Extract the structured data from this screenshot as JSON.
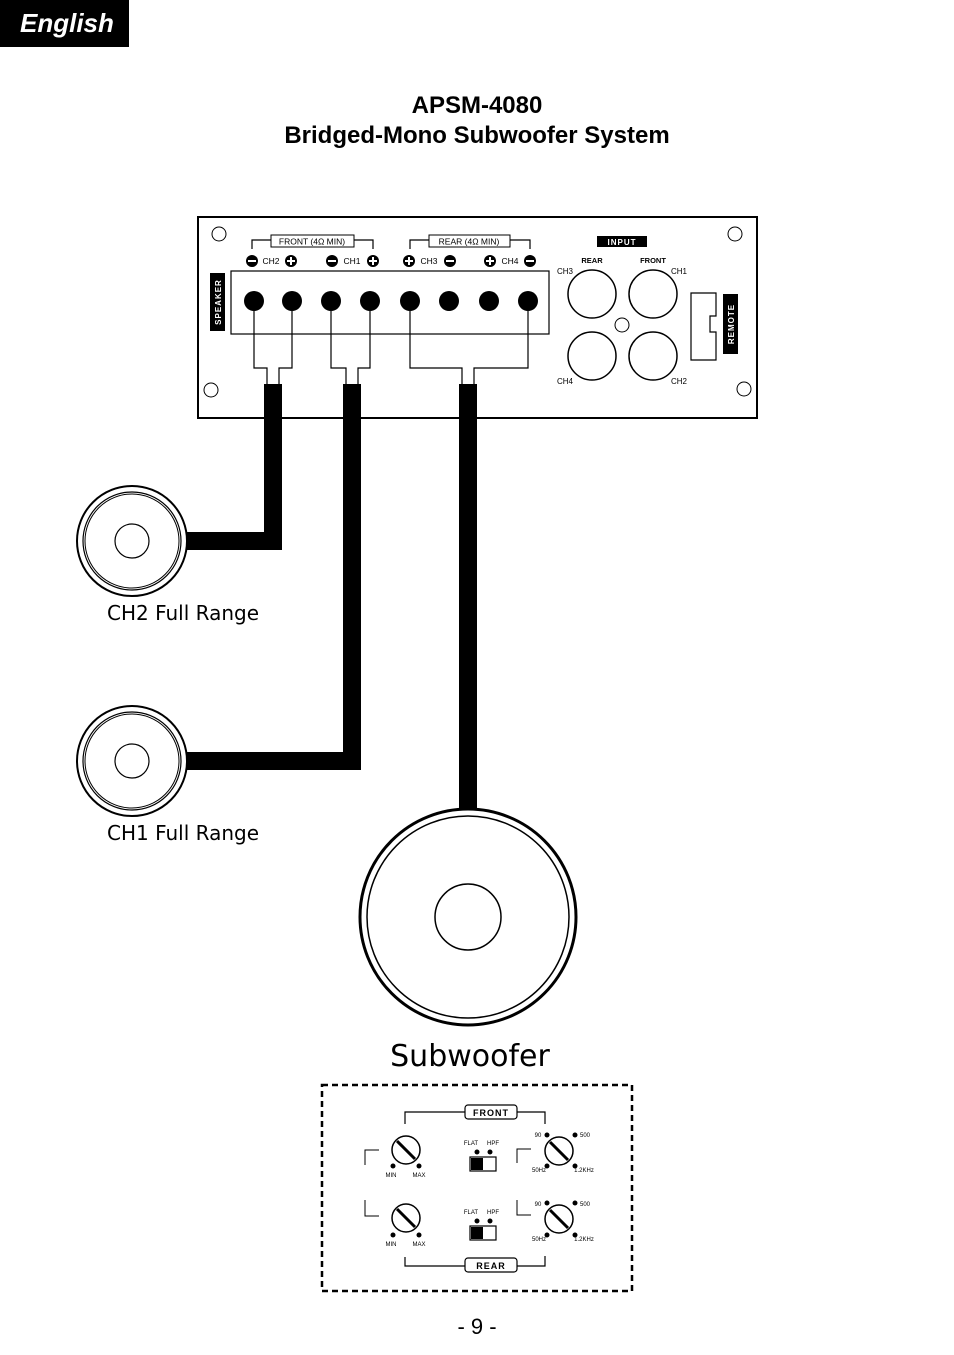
{
  "language_tab": "English",
  "title": {
    "model": "APSM-4080",
    "subtitle": "Bridged-Mono Subwoofer System"
  },
  "amplifier_panel": {
    "speaker_label": "SPEAKER",
    "remote_label": "REMOTE",
    "front_group_label": "FRONT (4Ω MIN)",
    "rear_group_label": "REAR (4Ω MIN)",
    "terminal_labels": [
      "CH2",
      "CH1",
      "CH3",
      "CH4"
    ],
    "input_label": "INPUT",
    "input_rear_label": "REAR",
    "input_front_label": "FRONT",
    "rca_labels": [
      "CH3",
      "CH1",
      "CH4",
      "CH2"
    ]
  },
  "speakers": {
    "ch2": "CH2 Full Range",
    "ch1": "CH1 Full Range",
    "sub": "Subwoofer"
  },
  "controls_panel": {
    "front_label": "FRONT",
    "rear_label": "REAR",
    "gain_min": "MIN",
    "gain_max": "MAX",
    "switch_flat": "FLAT",
    "switch_hpf": "HPF",
    "freq_90": "90",
    "freq_500": "500",
    "freq_50": "50Hz",
    "freq_12k": "1.2KHz"
  },
  "page_number": "- 9 -"
}
